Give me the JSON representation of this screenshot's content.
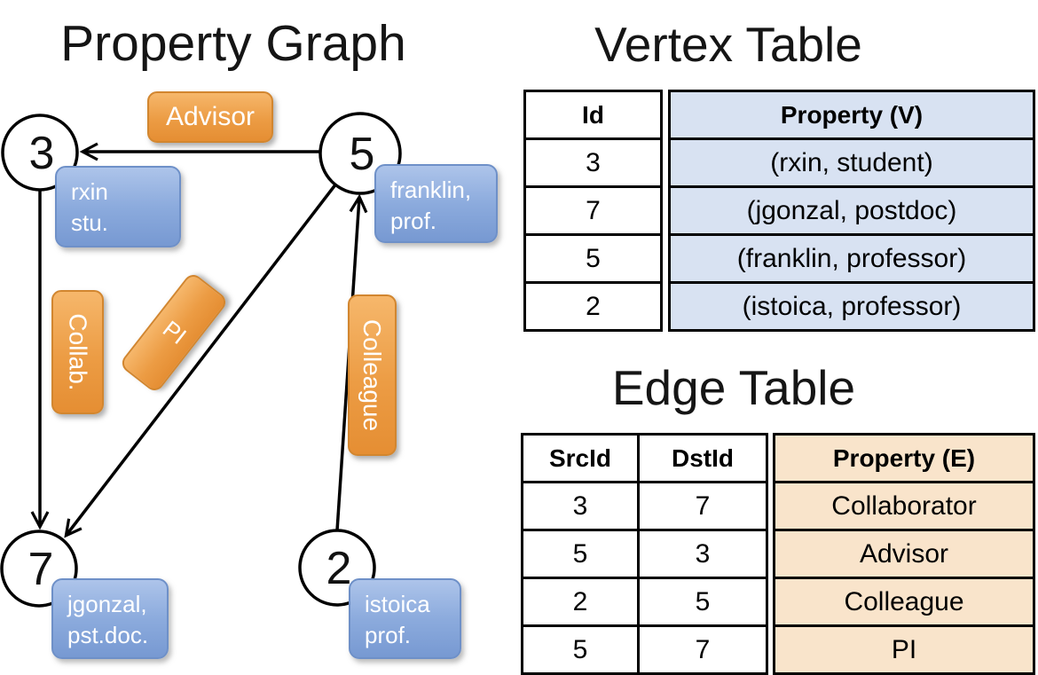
{
  "graph": {
    "title": "Property Graph",
    "vertices": [
      {
        "id": "3",
        "line1": "rxin",
        "line2": "stu."
      },
      {
        "id": "5",
        "line1": "franklin,",
        "line2": "prof."
      },
      {
        "id": "7",
        "line1": "jgonzal,",
        "line2": "pst.doc."
      },
      {
        "id": "2",
        "line1": "istoica",
        "line2": "prof."
      }
    ],
    "edges": [
      {
        "src": "5",
        "dst": "3",
        "label": "Advisor"
      },
      {
        "src": "3",
        "dst": "7",
        "label": "Collab."
      },
      {
        "src": "5",
        "dst": "7",
        "label": "PI"
      },
      {
        "src": "2",
        "dst": "5",
        "label": "Colleague"
      }
    ]
  },
  "vertex_table": {
    "title": "Vertex Table",
    "columns": [
      "Id",
      "Property (V)"
    ],
    "rows": [
      [
        "3",
        "(rxin, student)"
      ],
      [
        "7",
        "(jgonzal, postdoc)"
      ],
      [
        "5",
        "(franklin, professor)"
      ],
      [
        "2",
        "(istoica, professor)"
      ]
    ]
  },
  "edge_table": {
    "title": "Edge Table",
    "columns": [
      "SrcId",
      "DstId",
      "Property (E)"
    ],
    "rows": [
      [
        "3",
        "7",
        "Collaborator"
      ],
      [
        "5",
        "3",
        "Advisor"
      ],
      [
        "2",
        "5",
        "Colleague"
      ],
      [
        "5",
        "7",
        "PI"
      ]
    ]
  },
  "colors": {
    "edge_chip_fill": "#EC9C44",
    "vertex_chip_fill": "#8CABDD",
    "vertex_table_fill": "#D8E2F2",
    "edge_table_fill": "#F9E4CB",
    "line_color": "#000000"
  }
}
